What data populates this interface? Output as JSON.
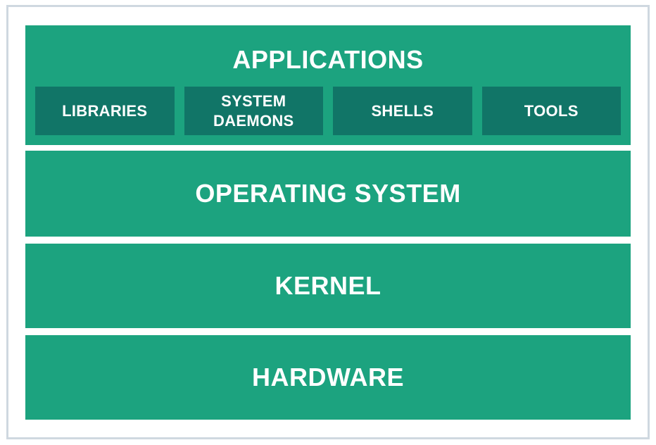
{
  "diagram": {
    "layers": {
      "applications": {
        "title": "APPLICATIONS",
        "components": [
          "LIBRARIES",
          "SYSTEM\nDAEMONS",
          "SHELLS",
          "TOOLS"
        ]
      },
      "operating_system": {
        "title": "OPERATING SYSTEM"
      },
      "kernel": {
        "title": "KERNEL"
      },
      "hardware": {
        "title": "HARDWARE"
      }
    },
    "colors": {
      "layer": "#1ca37f",
      "component": "#117567",
      "text": "#ffffff",
      "frame_border": "#cfd8e0"
    }
  }
}
